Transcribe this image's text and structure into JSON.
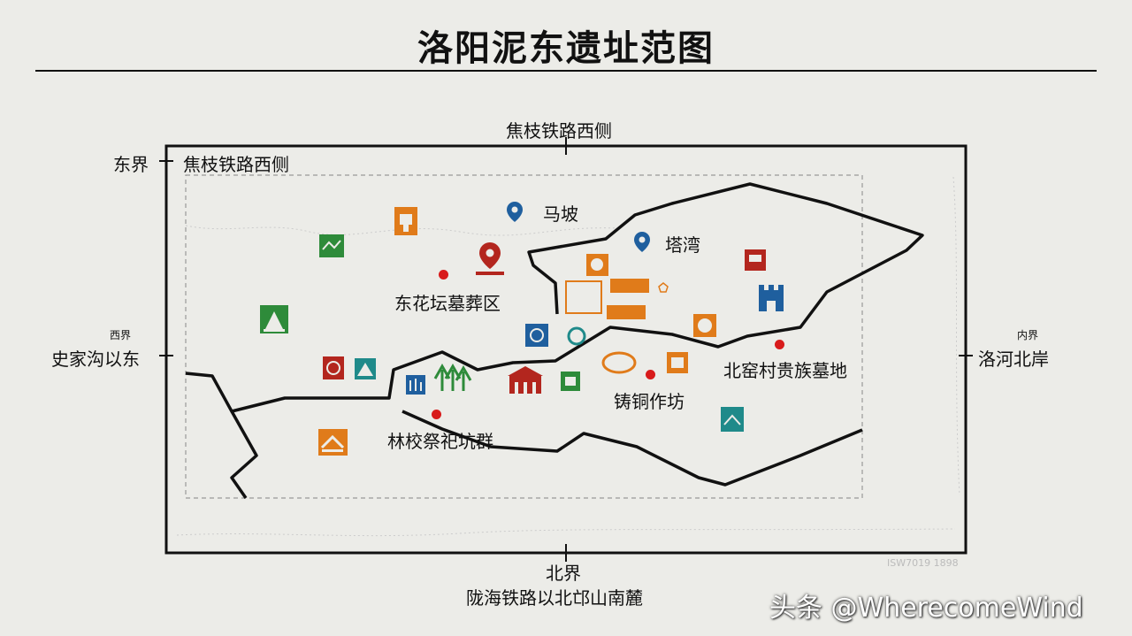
{
  "title": "洛阳泥东遗址范图",
  "boundaries": {
    "top": "焦枝铁路西侧",
    "east_label": "东界",
    "east_value": "焦枝铁路西侧",
    "west_small": "西界",
    "west_value": "史家沟以东",
    "inner_small": "内界",
    "inner_value": "洛河北岸",
    "north_label": "北界",
    "north_value": "陇海铁路以北邙山南麓"
  },
  "sites": {
    "mapo": "马坡",
    "tawan": "塔湾",
    "donghuatan": "东花坛墓葬区",
    "beiyaocun": "北窑村贵族墓地",
    "zhutong": "铸铜作坊",
    "linxiao": "林校祭祀坑群"
  },
  "colors": {
    "background": "#ecece8",
    "line": "#111111",
    "marker_red": "#d81b1b",
    "pin_blue": "#1f5f9e",
    "pin_red": "#b3261e",
    "icon_orange": "#e07b1a",
    "icon_green": "#2e8b3a",
    "icon_teal": "#1f8a8a",
    "icon_red": "#b3261e",
    "icon_blue": "#1f5f9e"
  },
  "icons": [
    "pin-icon",
    "building-icon",
    "monument-icon",
    "tower-icon",
    "tree-icon",
    "bronze-icon",
    "vessel-icon",
    "scroll-icon",
    "gate-icon",
    "hill-icon"
  ],
  "watermark": "头条 @WherecomeWind",
  "stamp": "ISW7019 1898"
}
